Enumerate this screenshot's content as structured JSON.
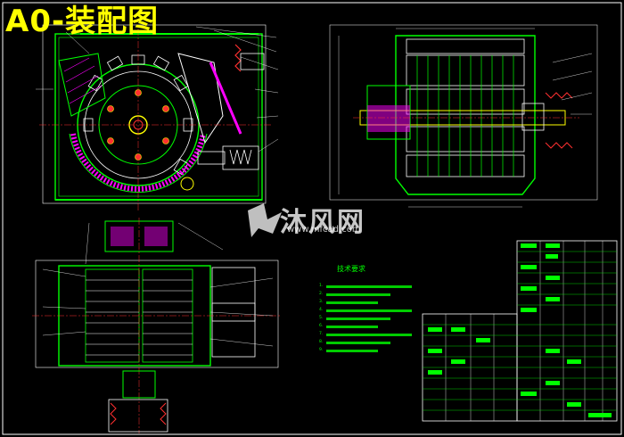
{
  "drawing": {
    "title": "A0-装配图",
    "watermark": {
      "brand": "沐风网",
      "url": "www.mfcad.com"
    },
    "notes_title": "技术要求",
    "notes": [
      "1.",
      "2.",
      "3.",
      "4.",
      "5.",
      "6.",
      "7.",
      "8.",
      "9."
    ]
  },
  "colors": {
    "background": "#000000",
    "outline": "#00ff00",
    "detail": "#ffffff",
    "accent": "#ffff00",
    "center": "#ff3030",
    "hatch": "#ff00ff"
  }
}
